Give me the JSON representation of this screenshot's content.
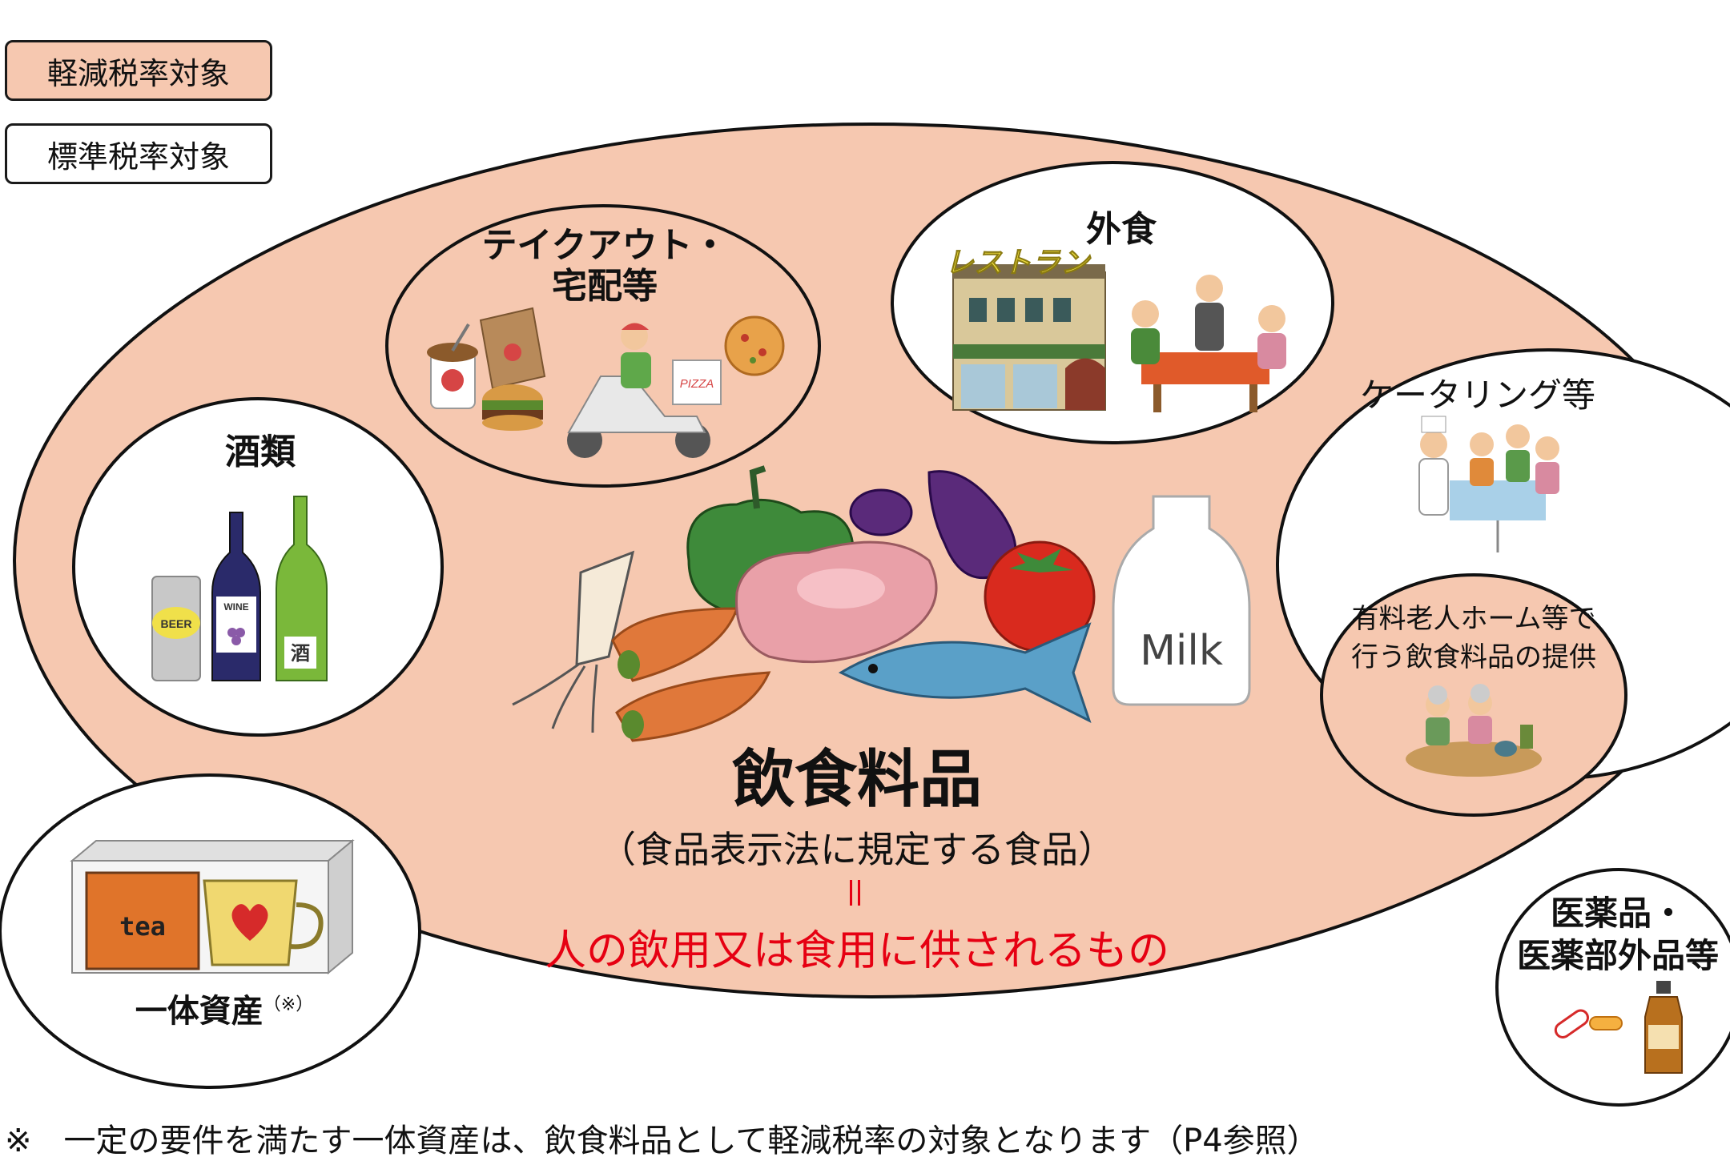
{
  "legend": {
    "reduced": "軽減税率対象",
    "standard": "標準税率対象"
  },
  "groups": {
    "takeout": {
      "line1": "テイクアウト・",
      "line2": "宅配等"
    },
    "dining_out": {
      "title": "外食",
      "sign": "レストラン"
    },
    "alcohol": {
      "title": "酒類"
    },
    "catering": {
      "title": "ケータリング等"
    },
    "nursing": {
      "line1": "有料老人ホーム等で",
      "line2": "行う飲食料品の提供"
    },
    "bundled": {
      "title": "一体資産",
      "mark": "（※）"
    },
    "medicine": {
      "line1": "医薬品・",
      "line2": "医薬部外品等"
    }
  },
  "center": {
    "title": "飲食料品",
    "subtitle": "（食品表示法に規定する食品）",
    "equals": "＝",
    "definition": "人の飲用又は食用に供されるもの"
  },
  "product_labels": {
    "beer": "BEER",
    "wine": "WINE",
    "sake": "酒",
    "tea": "tea",
    "milk": "Milk",
    "pizza": "PIZZA"
  },
  "footnote": "※　一定の要件を満たす一体資産は、飲食料品として軽減税率の対象となります（P4参照）",
  "colors": {
    "reduced_fill": "#f6c8b0",
    "standard_fill": "#ffffff",
    "outline": "#111111",
    "accent_red": "#e60012"
  }
}
